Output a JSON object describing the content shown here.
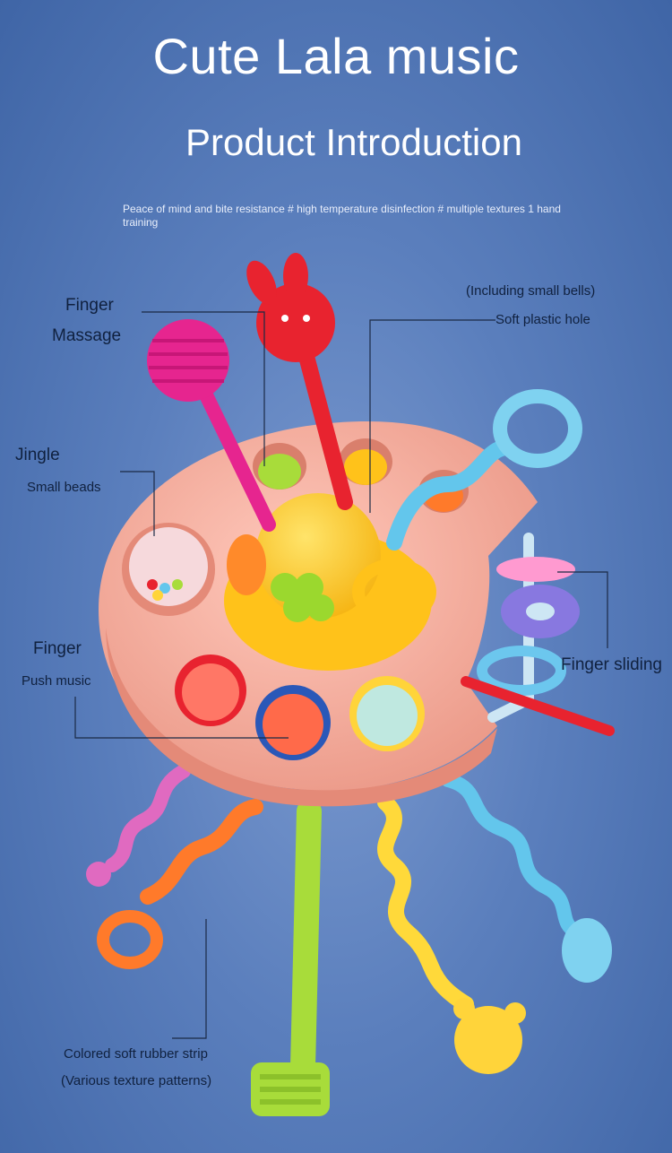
{
  "header": {
    "title": "Cute Lala music",
    "subtitle": "Product Introduction",
    "intro": "Peace of mind and bite resistance # high temperature disinfection # multiple textures 1 hand training"
  },
  "labels": {
    "finger_massage_1": "Finger",
    "finger_massage_2": "Massage",
    "bells_note": "(Including small bells)",
    "soft_hole": "Soft plastic hole",
    "jingle": "Jingle",
    "small_beads": "Small beads",
    "finger_push_1": "Finger",
    "finger_push_2": "Push music",
    "finger_sliding": "Finger sliding",
    "strip_1": "Colored soft rubber strip",
    "strip_2": "(Various texture patterns)"
  },
  "colors": {
    "background": "#5b7fbd",
    "disc": "#f2a99a",
    "ball": "#ffd43a",
    "red_stick": "#e8232f",
    "magenta_stick": "#e6258f",
    "cyan_strip": "#63c6ec",
    "orange_strip": "#ff7a2a",
    "green_strip": "#a8dc3a",
    "yellow_strip": "#ffd93a",
    "pink_strip": "#e06ac0"
  }
}
